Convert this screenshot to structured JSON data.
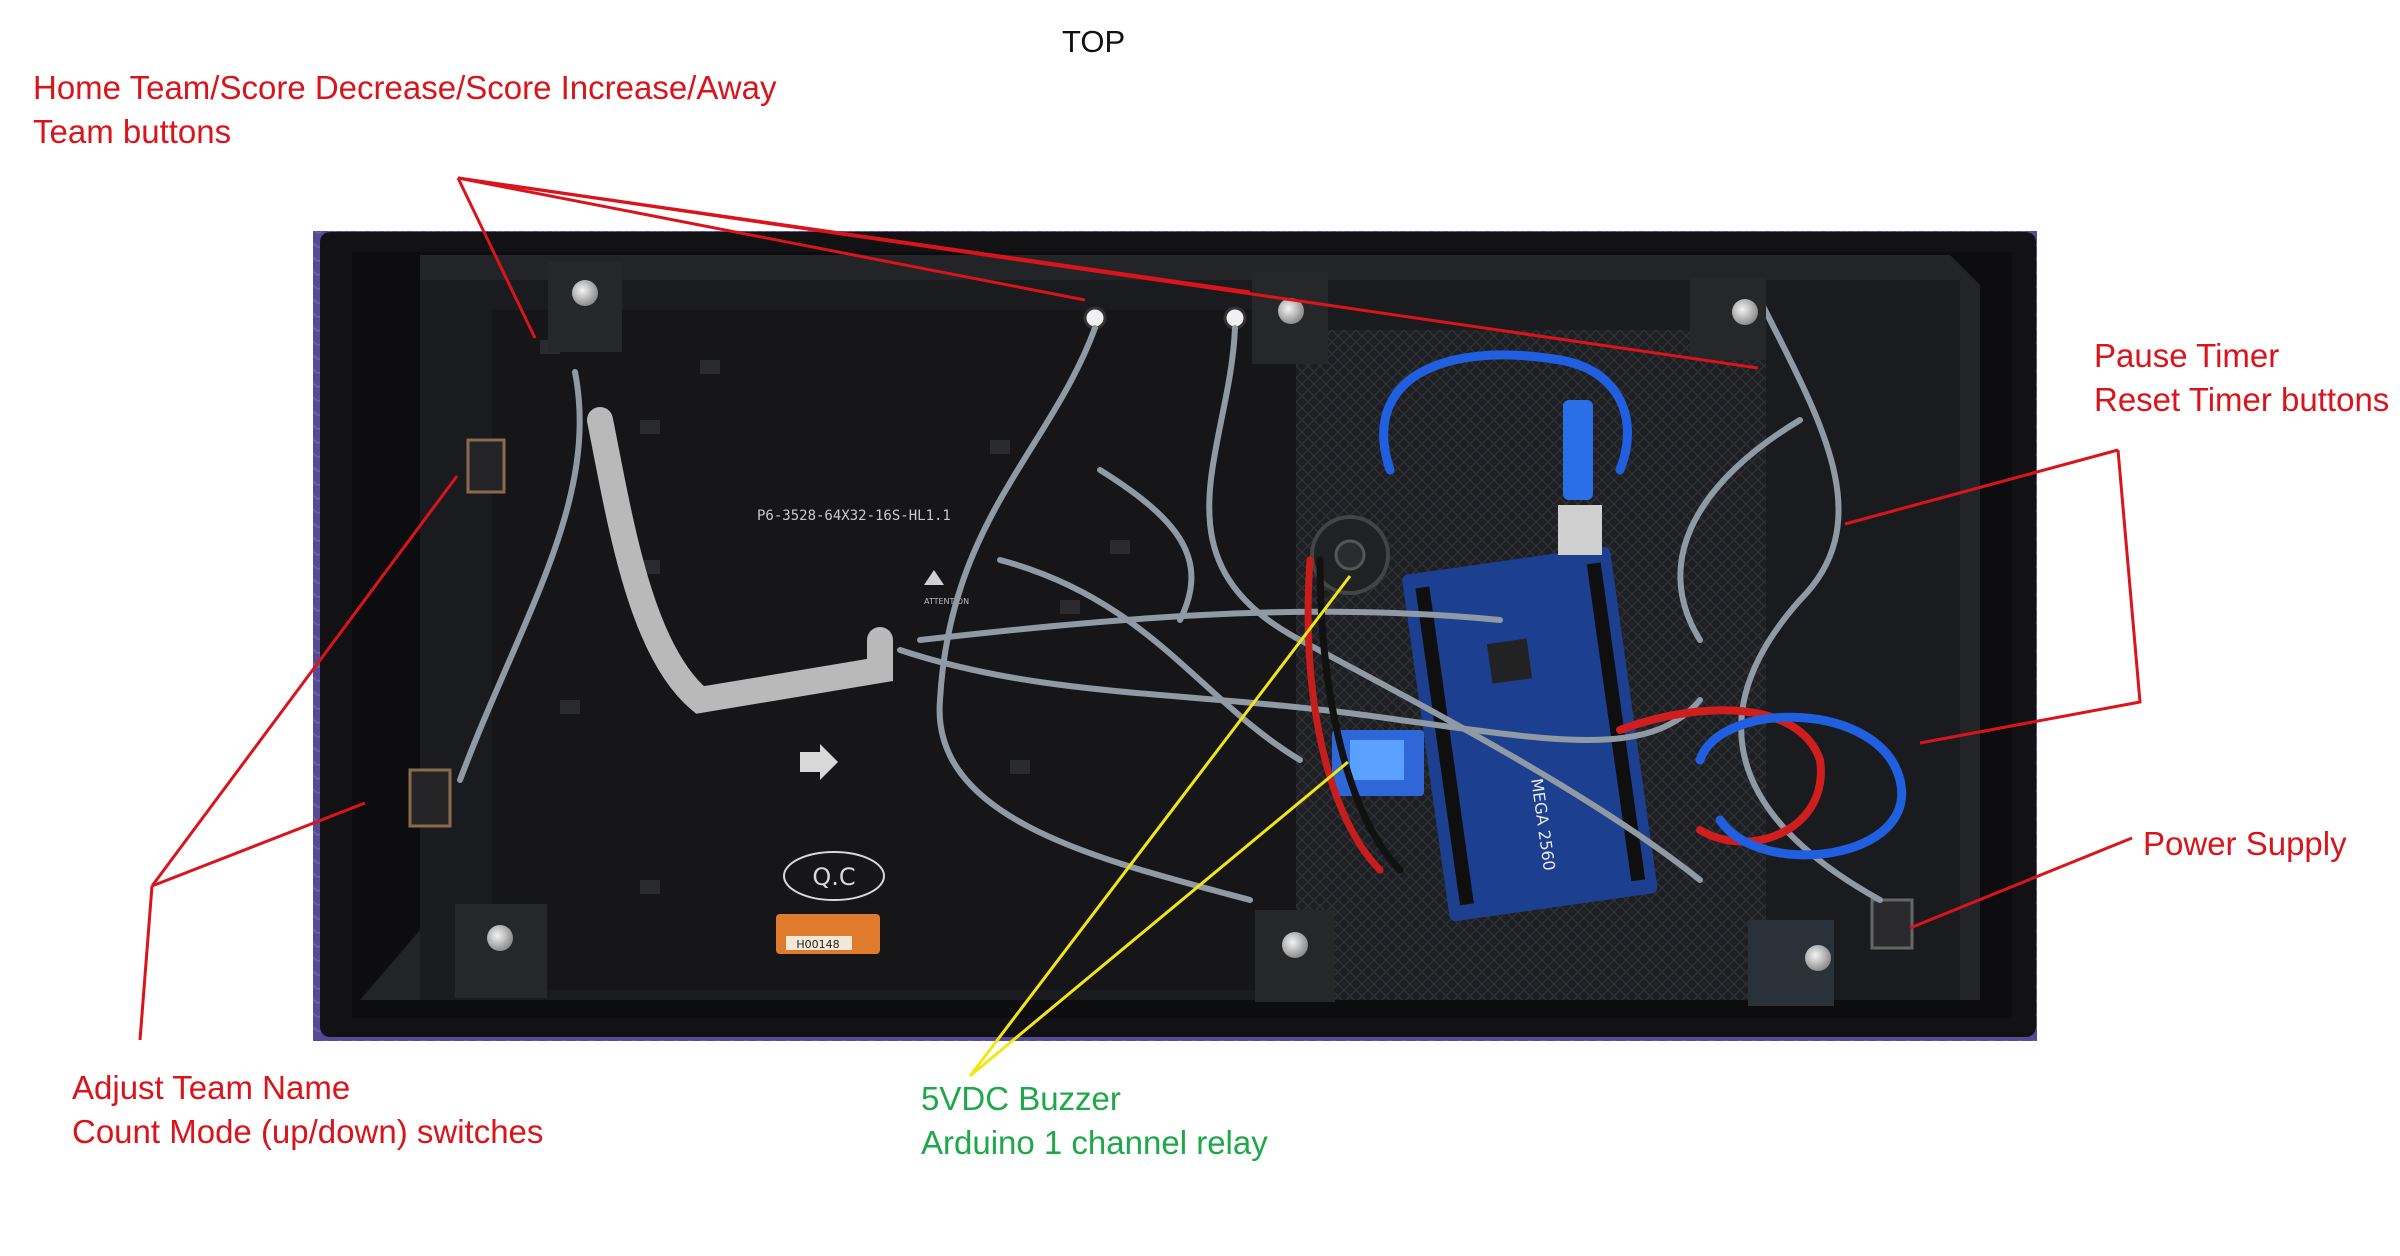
{
  "top_label": "TOP",
  "labels": {
    "home_team_buttons": {
      "line1": "Home Team/Score Decrease/Score Increase/Away",
      "line2": "Team buttons"
    },
    "pause_reset": {
      "line1": "Pause Timer",
      "line2": "Reset Timer buttons"
    },
    "power_supply": {
      "line1": "Power Supply"
    },
    "adjust_team": {
      "line1": "Adjust Team Name",
      "line2": "Count Mode (up/down) switches"
    },
    "buzzer_relay": {
      "line1": "5VDC Buzzer",
      "line2": "Arduino 1 channel relay"
    }
  },
  "board_text": {
    "panel_model": "P6-3528-64X32-16S-HL1.1",
    "qc_mark": "Q.C",
    "sticker": "H00148",
    "arduino_model": "MEGA 2560",
    "attention": "ATTENTION"
  },
  "colors": {
    "annotation_red": "#d9141b",
    "annotation_green": "#1fa84a",
    "pointer_yellow": "#f2e614",
    "cloth_purple": "#5a4f9a",
    "enclosure_black": "#1b1b1d"
  }
}
